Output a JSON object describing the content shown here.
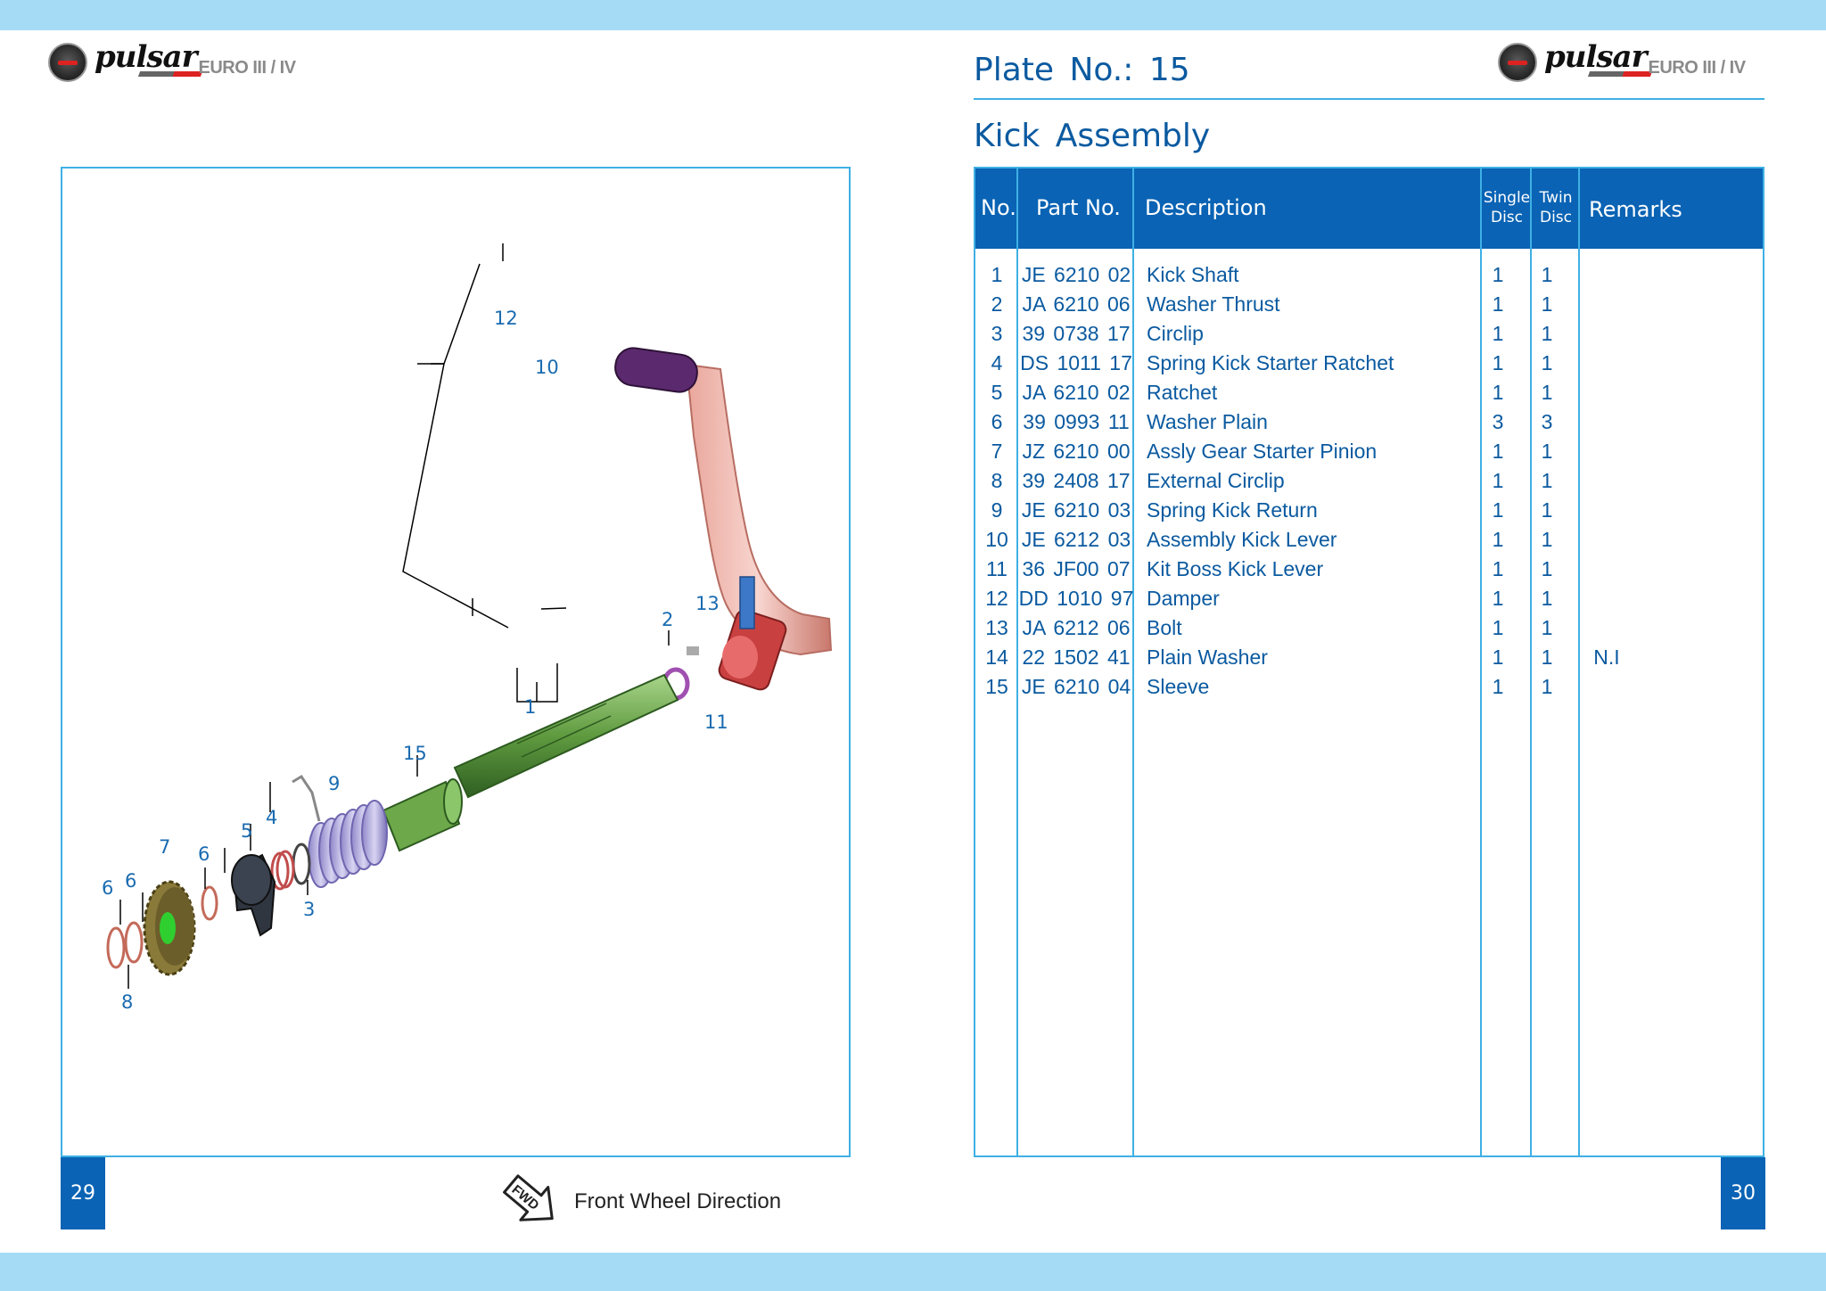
{
  "header": {
    "brand_script": "pulsar",
    "brand_suffix": "EURO III / IV"
  },
  "plate": {
    "title": "Plate No.: 15",
    "section": "Kick Assembly"
  },
  "table": {
    "columns": {
      "no": "No.",
      "part_no": "Part No.",
      "description": "Description",
      "single_l1": "Single",
      "single_l2": "Disc",
      "twin_l1": "Twin",
      "twin_l2": "Disc",
      "remarks": "Remarks"
    },
    "rows": [
      {
        "no": "1",
        "part": "JE 6210 02",
        "desc": "Kick Shaft",
        "single": "1",
        "twin": "1",
        "remarks": ""
      },
      {
        "no": "2",
        "part": "JA 6210 06",
        "desc": "Washer Thrust",
        "single": "1",
        "twin": "1",
        "remarks": ""
      },
      {
        "no": "3",
        "part": "39 0738 17",
        "desc": "Circlip",
        "single": "1",
        "twin": "1",
        "remarks": ""
      },
      {
        "no": "4",
        "part": "DS 1011 17",
        "desc": "Spring Kick Starter Ratchet",
        "single": "1",
        "twin": "1",
        "remarks": ""
      },
      {
        "no": "5",
        "part": "JA 6210 02",
        "desc": "Ratchet",
        "single": "1",
        "twin": "1",
        "remarks": ""
      },
      {
        "no": "6",
        "part": "39 0993 11",
        "desc": "Washer Plain",
        "single": "3",
        "twin": "3",
        "remarks": ""
      },
      {
        "no": "7",
        "part": "JZ 6210 00",
        "desc": "Assly Gear Starter Pinion",
        "single": "1",
        "twin": "1",
        "remarks": ""
      },
      {
        "no": "8",
        "part": "39 2408 17",
        "desc": "External Circlip",
        "single": "1",
        "twin": "1",
        "remarks": ""
      },
      {
        "no": "9",
        "part": "JE 6210 03",
        "desc": "Spring Kick Return",
        "single": "1",
        "twin": "1",
        "remarks": ""
      },
      {
        "no": "10",
        "part": "JE 6212 03",
        "desc": "Assembly Kick Lever",
        "single": "1",
        "twin": "1",
        "remarks": ""
      },
      {
        "no": "11",
        "part": "36 JF00 07",
        "desc": "Kit Boss Kick Lever",
        "single": "1",
        "twin": "1",
        "remarks": ""
      },
      {
        "no": "12",
        "part": "DD 1010 97",
        "desc": "Damper",
        "single": "1",
        "twin": "1",
        "remarks": ""
      },
      {
        "no": "13",
        "part": "JA 6212 06",
        "desc": "Bolt",
        "single": "1",
        "twin": "1",
        "remarks": ""
      },
      {
        "no": "14",
        "part": "22 1502 41",
        "desc": "Plain Washer",
        "single": "1",
        "twin": "1",
        "remarks": "N.I"
      },
      {
        "no": "15",
        "part": "JE 6210 04",
        "desc": "Sleeve",
        "single": "1",
        "twin": "1",
        "remarks": ""
      }
    ]
  },
  "diagram": {
    "callouts": [
      "12",
      "10",
      "13",
      "2",
      "11",
      "1",
      "15",
      "9",
      "4",
      "5",
      "7",
      "6",
      "6",
      "6",
      "3",
      "8"
    ]
  },
  "footer": {
    "page_left": "29",
    "page_right": "30",
    "fwd_badge": "FWD",
    "fwd_label": "Front Wheel Direction"
  },
  "colors": {
    "band": "#a6dbf5",
    "header_blue": "#0a63b4",
    "text_blue": "#0b5aa0",
    "rule_blue": "#3fb0e4"
  }
}
